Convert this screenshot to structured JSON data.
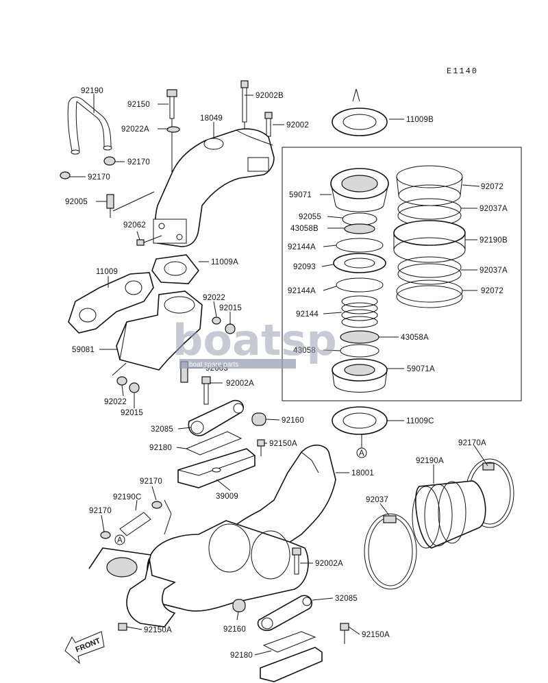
{
  "diagram_code": "E1140",
  "labels": {
    "p92190": "92190",
    "p92150": "92150",
    "p92002B": "92002B",
    "p92002": "92002",
    "p11009B": "11009B",
    "p92022A": "92022A",
    "p18049": "18049",
    "p92170_a": "92170",
    "p92170_b": "92170",
    "p92005_a": "92005",
    "p92062": "92062",
    "p11009A": "11009A",
    "p11009": "11009",
    "p92022_a": "92022",
    "p92015_a": "92015",
    "p59081": "59081",
    "p92005_b": "92005",
    "p92002A_a": "92002A",
    "p92022_b": "92022",
    "p92015_b": "92015",
    "p59071": "59071",
    "p92055": "92055",
    "p43058B": "43058B",
    "p92144A_a": "92144A",
    "p92093": "92093",
    "p92144A_b": "92144A",
    "p92144": "92144",
    "p43058": "43058",
    "p92072_a": "92072",
    "p92037A_a": "92037A",
    "p92190B": "92190B",
    "p92037A_b": "92037A",
    "p92072_b": "92072",
    "p43058A": "43058A",
    "p59071A": "59071A",
    "p32085_a": "32085",
    "p92160_a": "92160",
    "p92180_a": "92180",
    "p92150A_a": "92150A",
    "p11009C": "11009C",
    "p18001": "18001",
    "p39009": "39009",
    "p92170_c": "92170",
    "p92190C": "92190C",
    "p92170_d": "92170",
    "p92170A": "92170A",
    "p92190A": "92190A",
    "p92037": "92037",
    "p92002A_b": "92002A",
    "p32085_b": "32085",
    "p92160_b": "92160",
    "p92150A_b": "92150A",
    "p92180_b": "92180",
    "p92150A_c": "92150A"
  },
  "ref_marks": {
    "mark1": "A",
    "mark2": "A"
  },
  "front_arrow": "FRONT",
  "watermark": {
    "logo": "boatsp",
    "tagline": "boat spare parts"
  }
}
